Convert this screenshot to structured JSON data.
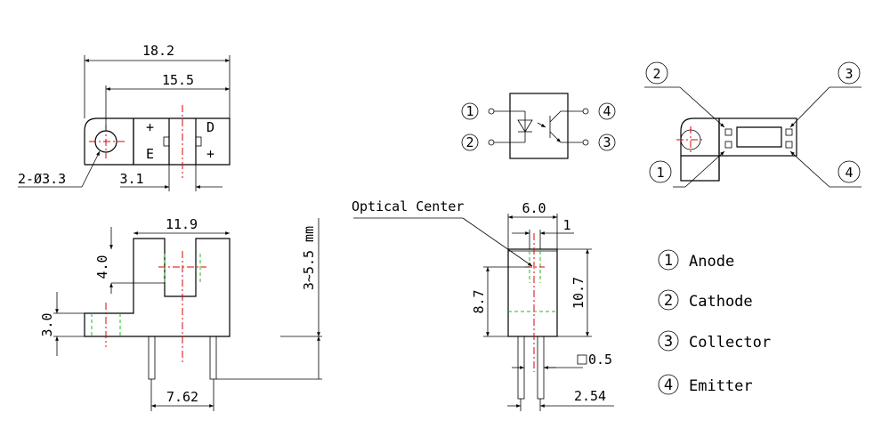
{
  "dimensions": {
    "overall_length": "18.2",
    "hole_to_end": "15.5",
    "mount_holes": "2-Ø3.3",
    "slot_width": "3.1",
    "gap_width": "11.9",
    "slot_depth": "4.0",
    "flange_height": "3.0",
    "lead_length": "3~5.5 mm",
    "lead_pitch": "7.62",
    "side_width": "6.0",
    "side_offset": "1",
    "height_total": "10.7",
    "height_center": "8.7",
    "lead_square": "0.5",
    "lead_spacing": "2.54"
  },
  "top_view_marks": {
    "plus_left": "+",
    "e_mark": "E",
    "d_mark": "D",
    "plus_right": "+"
  },
  "optical_center_label": "Optical Center",
  "schematic_pins": [
    "1",
    "2",
    "3",
    "4"
  ],
  "pin_legend": [
    {
      "num": "1",
      "name": "Anode"
    },
    {
      "num": "2",
      "name": "Cathode"
    },
    {
      "num": "3",
      "name": "Collector"
    },
    {
      "num": "4",
      "name": "Emitter"
    }
  ],
  "colors": {
    "lines": "#000000",
    "center_lines": "#e00000",
    "hidden_lines": "#2bb52b"
  }
}
